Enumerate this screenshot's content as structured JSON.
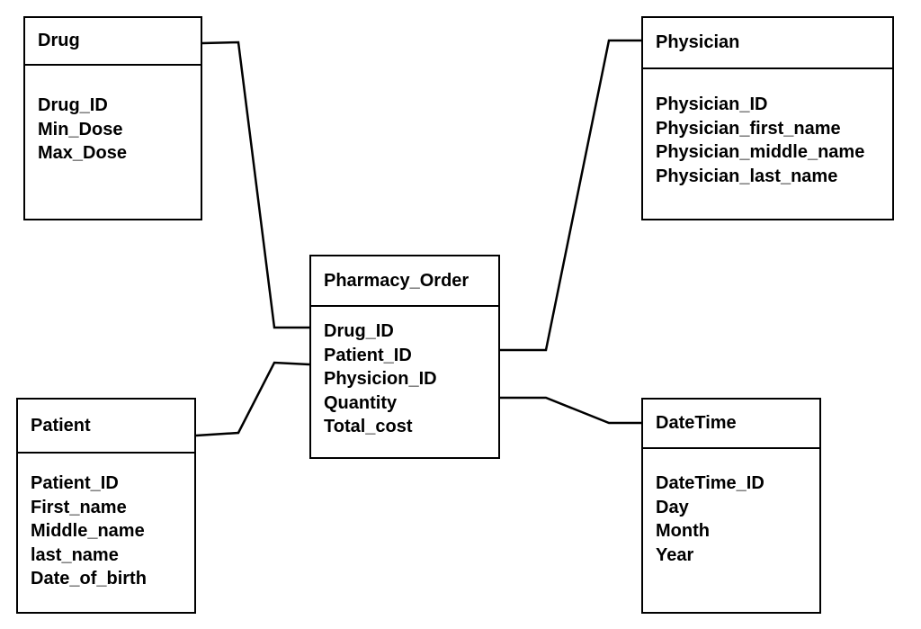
{
  "entities": {
    "drug": {
      "name": "Drug",
      "attributes": [
        "Drug_ID",
        "Min_Dose",
        "Max_Dose"
      ]
    },
    "physician": {
      "name": "Physician",
      "attributes": [
        "Physician_ID",
        "Physician_first_name",
        "Physician_middle_name",
        "Physician_last_name"
      ]
    },
    "pharmacy_order": {
      "name": "Pharmacy_Order",
      "attributes": [
        "Drug_ID",
        "Patient_ID",
        "Physicion_ID",
        "Quantity",
        "Total_cost"
      ]
    },
    "patient": {
      "name": "Patient",
      "attributes": [
        "Patient_ID",
        "First_name",
        "Middle_name",
        "last_name",
        "Date_of_birth"
      ]
    },
    "datetime": {
      "name": "DateTime",
      "attributes": [
        "DateTime_ID",
        "Day",
        "Month",
        "Year"
      ]
    }
  },
  "relationships": [
    {
      "from": "drug",
      "to": "pharmacy_order"
    },
    {
      "from": "physician",
      "to": "pharmacy_order"
    },
    {
      "from": "patient",
      "to": "pharmacy_order"
    },
    {
      "from": "datetime",
      "to": "pharmacy_order"
    }
  ]
}
